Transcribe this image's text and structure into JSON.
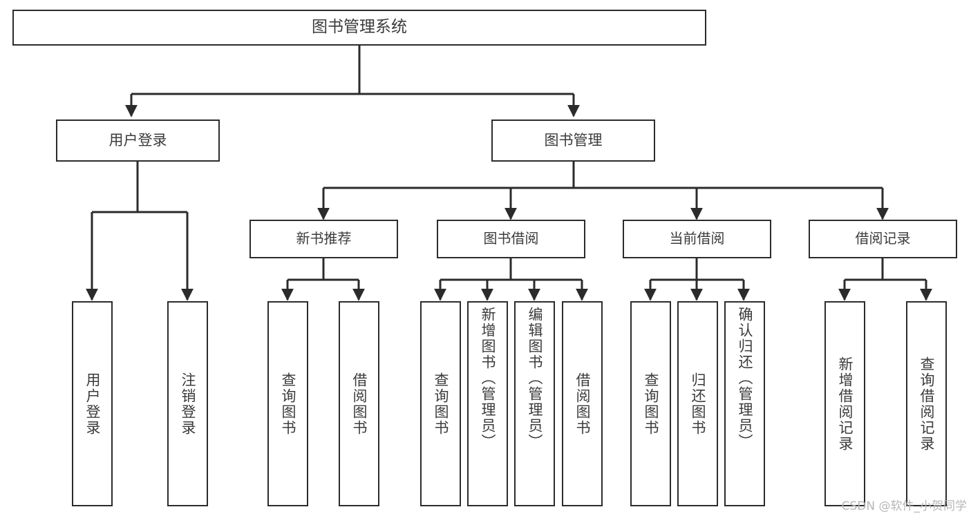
{
  "diagram": {
    "type": "tree",
    "title": "图书管理系统",
    "watermark": "CSDN @软件_小贺同学",
    "colors": {
      "stroke": "#2b2b2b",
      "fill": "#ffffff",
      "text": "#3b3b3b",
      "watermark": "#b7b7b7"
    },
    "nodes": {
      "root": {
        "label": "图书管理系统"
      },
      "l1": [
        {
          "label": "用户登录"
        },
        {
          "label": "图书管理"
        }
      ],
      "l2": [
        {
          "label": "新书推荐"
        },
        {
          "label": "图书借阅"
        },
        {
          "label": "当前借阅"
        },
        {
          "label": "借阅记录"
        }
      ],
      "leaves": [
        {
          "label": "用户登录",
          "parent": "用户登录"
        },
        {
          "label": "注销登录",
          "parent": "用户登录"
        },
        {
          "label": "查询图书",
          "parent": "新书推荐"
        },
        {
          "label": "借阅图书",
          "parent": "新书推荐"
        },
        {
          "label": "查询图书",
          "parent": "图书借阅"
        },
        {
          "label": "新增图书（管理员）",
          "parent": "图书借阅"
        },
        {
          "label": "编辑图书（管理员）",
          "parent": "图书借阅"
        },
        {
          "label": "借阅图书",
          "parent": "图书借阅"
        },
        {
          "label": "查询图书",
          "parent": "当前借阅"
        },
        {
          "label": "归还图书",
          "parent": "当前借阅"
        },
        {
          "label": "确认归还（管理员）",
          "parent": "当前借阅"
        },
        {
          "label": "新增借阅记录",
          "parent": "借阅记录"
        },
        {
          "label": "查询借阅记录",
          "parent": "借阅记录"
        }
      ]
    }
  }
}
